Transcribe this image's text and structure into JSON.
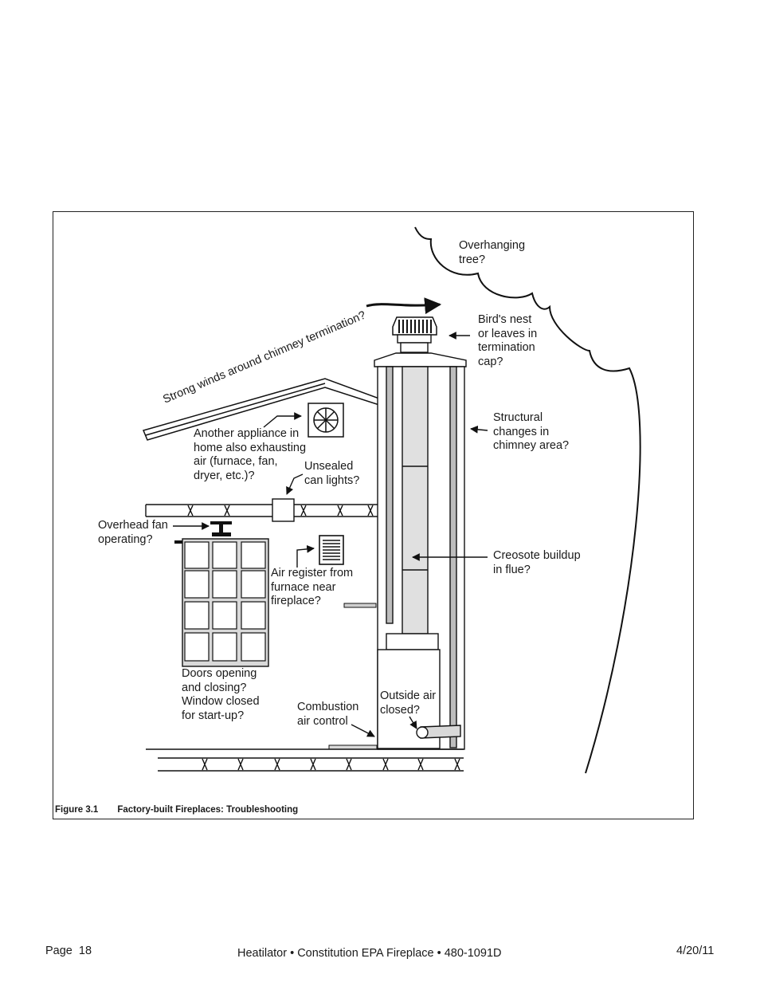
{
  "figure": {
    "number": "Figure 3.1",
    "title": "Factory-built Fireplaces: Troubleshooting"
  },
  "labels": {
    "overhanging_tree": "Overhanging\ntree?",
    "strong_winds": "Strong winds around chimney termination?",
    "birds_nest": "Bird's nest\nor leaves in\ntermination\ncap?",
    "structural_changes": "Structural\nchanges in\nchimney area?",
    "another_appliance": "Another appliance in\nhome also exhausting\nair (furnace, fan,\ndryer, etc.)?",
    "unsealed_can_lights": "Unsealed\ncan lights?",
    "overhead_fan": "Overhead fan\noperating?",
    "air_register": "Air register from\nfurnace near\nfireplace?",
    "creosote_buildup": "Creosote buildup\nin flue?",
    "doors_opening": "Doors opening\nand closing?\nWindow closed\nfor start-up?",
    "combustion_air": "Combustion\nair control",
    "outside_air": "Outside air\nclosed?"
  },
  "footer": {
    "page": "Page  18",
    "document": "Heatilator • Constitution EPA Fireplace • 480-1091D",
    "date": "4/20/11"
  }
}
